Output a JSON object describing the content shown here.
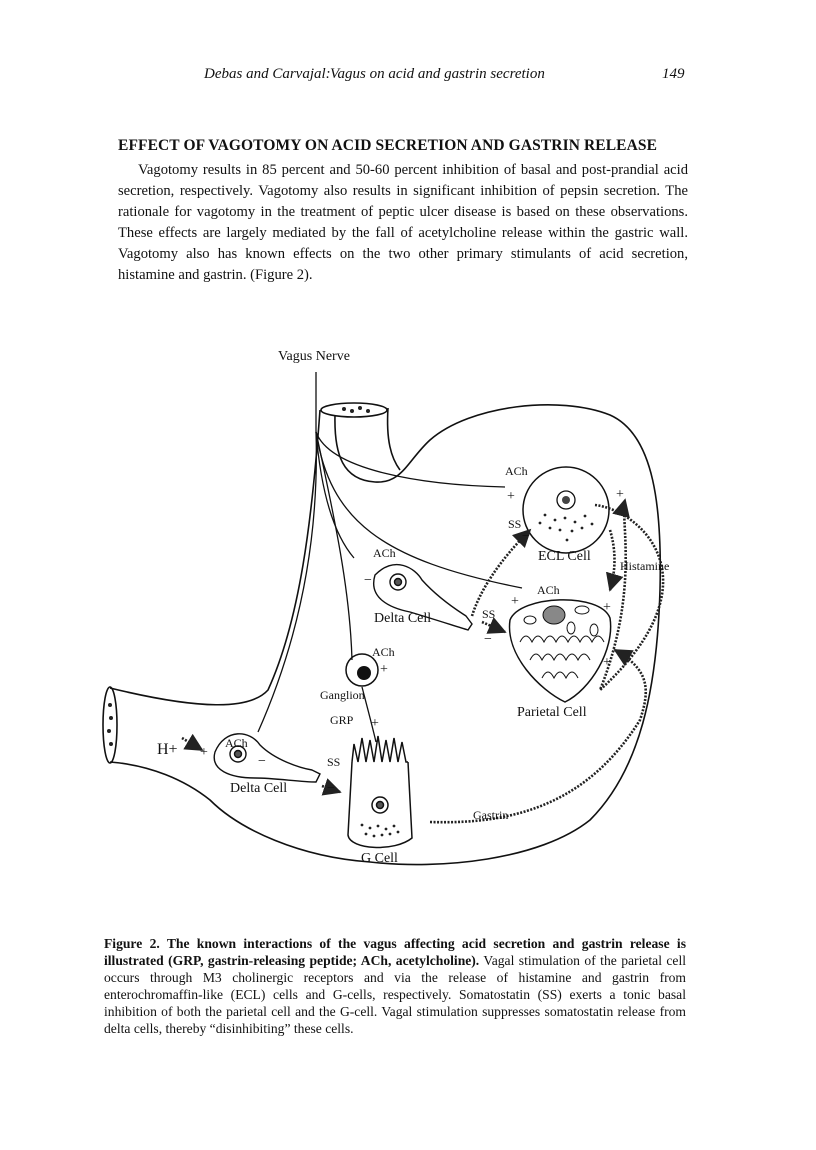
{
  "header": {
    "authors": "Debas and Carvajal:",
    "running_title": "Vagus on acid and gastrin secretion",
    "page_number": "149"
  },
  "section": {
    "heading": "EFFECT OF VAGOTOMY ON ACID SECRETION AND GASTRIN RELEASE",
    "paragraph": "Vagotomy results in 85 percent and 50-60 percent inhibition of basal and post-prandial acid secretion, respectively. Vagotomy also results in significant inhibition of pepsin secretion. The rationale for vagotomy in the treatment of peptic ulcer disease is based on these observations. These effects are largely mediated by the fall of acetylcholine release within the gastric wall. Vagotomy also has known effects on the two other primary stimulants of acid secretion, histamine and gastrin. (Figure 2)."
  },
  "figure": {
    "labels": {
      "vagus_nerve": "Vagus Nerve",
      "ecl_cell": "ECL Cell",
      "histamine": "Histamine",
      "delta_cell_upper": "Delta Cell",
      "delta_cell_lower": "Delta Cell",
      "parietal_cell": "Parietal Cell",
      "g_cell": "G Cell",
      "ganglion": "Ganglion",
      "grp": "GRP",
      "gastrin": "Gastrin",
      "h_plus": "H+",
      "ach": "ACh",
      "ss": "SS",
      "plus": "+",
      "minus": "−"
    }
  },
  "caption": {
    "lead": "Figure 2. The known interactions of the vagus affecting acid secretion and gastrin release is illustrated (GRP, gastrin-releasing peptide; ACh, acetylcholine).",
    "body": "Vagal stimulation of the parietal cell occurs through M3 cholinergic receptors and via the release of histamine and gastrin from enterochromaffin-like (ECL) cells and G-cells, respectively. Somatostatin (SS) exerts a tonic basal inhibition of both the parietal cell and the G-cell. Vagal stimulation suppresses somatostatin release from delta cells, thereby “disinhibiting” these cells."
  }
}
